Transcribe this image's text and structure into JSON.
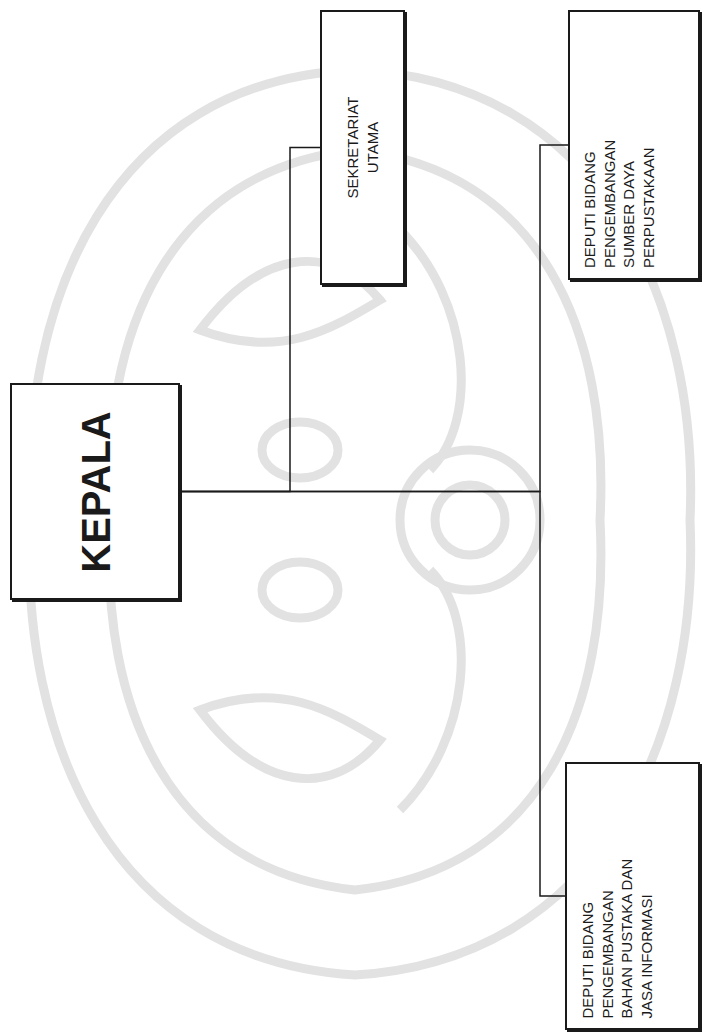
{
  "diagram": {
    "nodes": [
      {
        "text": [
          "KEPALA"
        ]
      },
      {
        "text": [
          "SEKRETARIAT UTAMA"
        ]
      },
      {
        "text": [
          "DEPUTI BIDANG PENGEMBANGAN BAHAN PUSTAKA DAN JASA INFORMASI"
        ]
      },
      {
        "text": [
          "DEPUTI BIDANG PENGEMBANGAN SUMBER DAYA PERPUSTAKAAN"
        ]
      }
    ],
    "edges": [
      {
        "from": 0,
        "to": 1,
        "arrow": "none"
      },
      {
        "from": 0,
        "to": 2,
        "arrow": "none"
      },
      {
        "from": 0,
        "to": 3,
        "arrow": "none"
      }
    ]
  }
}
